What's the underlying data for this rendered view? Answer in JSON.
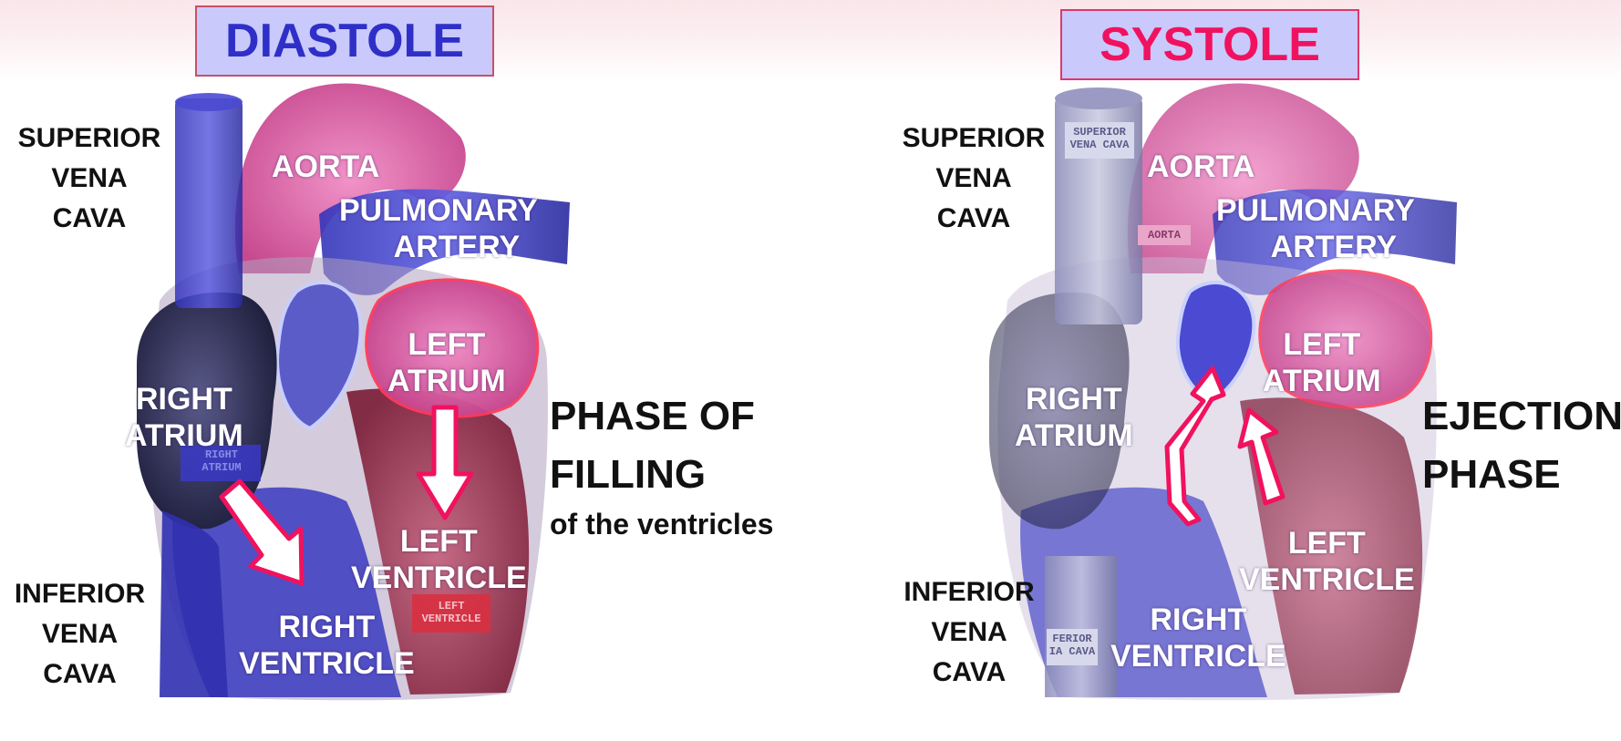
{
  "colors": {
    "diastole_title": "#2f2fc8",
    "systole_title": "#f0125f",
    "title_box_bg": "#c9c9fb",
    "arrow": "#f0125f",
    "vein_blue": "#3c3cd0",
    "artery_pink": "#e4509c"
  },
  "diastole": {
    "title": "DIASTOLE",
    "labels": {
      "superior_vena_cava": [
        "SUPERIOR",
        "VENA",
        "CAVA"
      ],
      "inferior_vena_cava": [
        "INFERIOR",
        "VENA",
        "CAVA"
      ],
      "aorta": "AORTA",
      "pulmonary_artery": [
        "PULMONARY",
        "ARTERY"
      ],
      "left_atrium": [
        "LEFT",
        "ATRIUM"
      ],
      "right_atrium": [
        "RIGHT",
        "ATRIUM"
      ],
      "left_ventricle": [
        "LEFT",
        "VENTRICLE"
      ],
      "right_ventricle": [
        "RIGHT",
        "VENTRICLE"
      ]
    },
    "embedded_text": {
      "right_atrium": [
        "RIGHT",
        "ATRIUM"
      ],
      "left_ventricle": [
        "LEFT",
        "VENTRICLE"
      ]
    },
    "phase": [
      "PHASE OF",
      "FILLING"
    ],
    "phase_sub": "of the ventricles"
  },
  "systole": {
    "title": "SYSTOLE",
    "labels": {
      "superior_vena_cava": [
        "SUPERIOR",
        "VENA",
        "CAVA"
      ],
      "inferior_vena_cava": [
        "INFERIOR",
        "VENA",
        "CAVA"
      ],
      "aorta": "AORTA",
      "pulmonary_artery": [
        "PULMONARY",
        "ARTERY"
      ],
      "left_atrium": [
        "LEFT",
        "ATRIUM"
      ],
      "right_atrium": [
        "RIGHT",
        "ATRIUM"
      ],
      "left_ventricle": [
        "LEFT",
        "VENTRICLE"
      ],
      "right_ventricle": [
        "RIGHT",
        "VENTRICLE"
      ]
    },
    "embedded_text": {
      "superior_vena_cava": [
        "SUPERIOR",
        "VENA CAVA"
      ],
      "aorta": "AORTA",
      "inferior_vena_cava": [
        "FERIOR",
        "IA CAVA"
      ]
    },
    "phase": [
      "EJECTION",
      "PHASE"
    ]
  }
}
